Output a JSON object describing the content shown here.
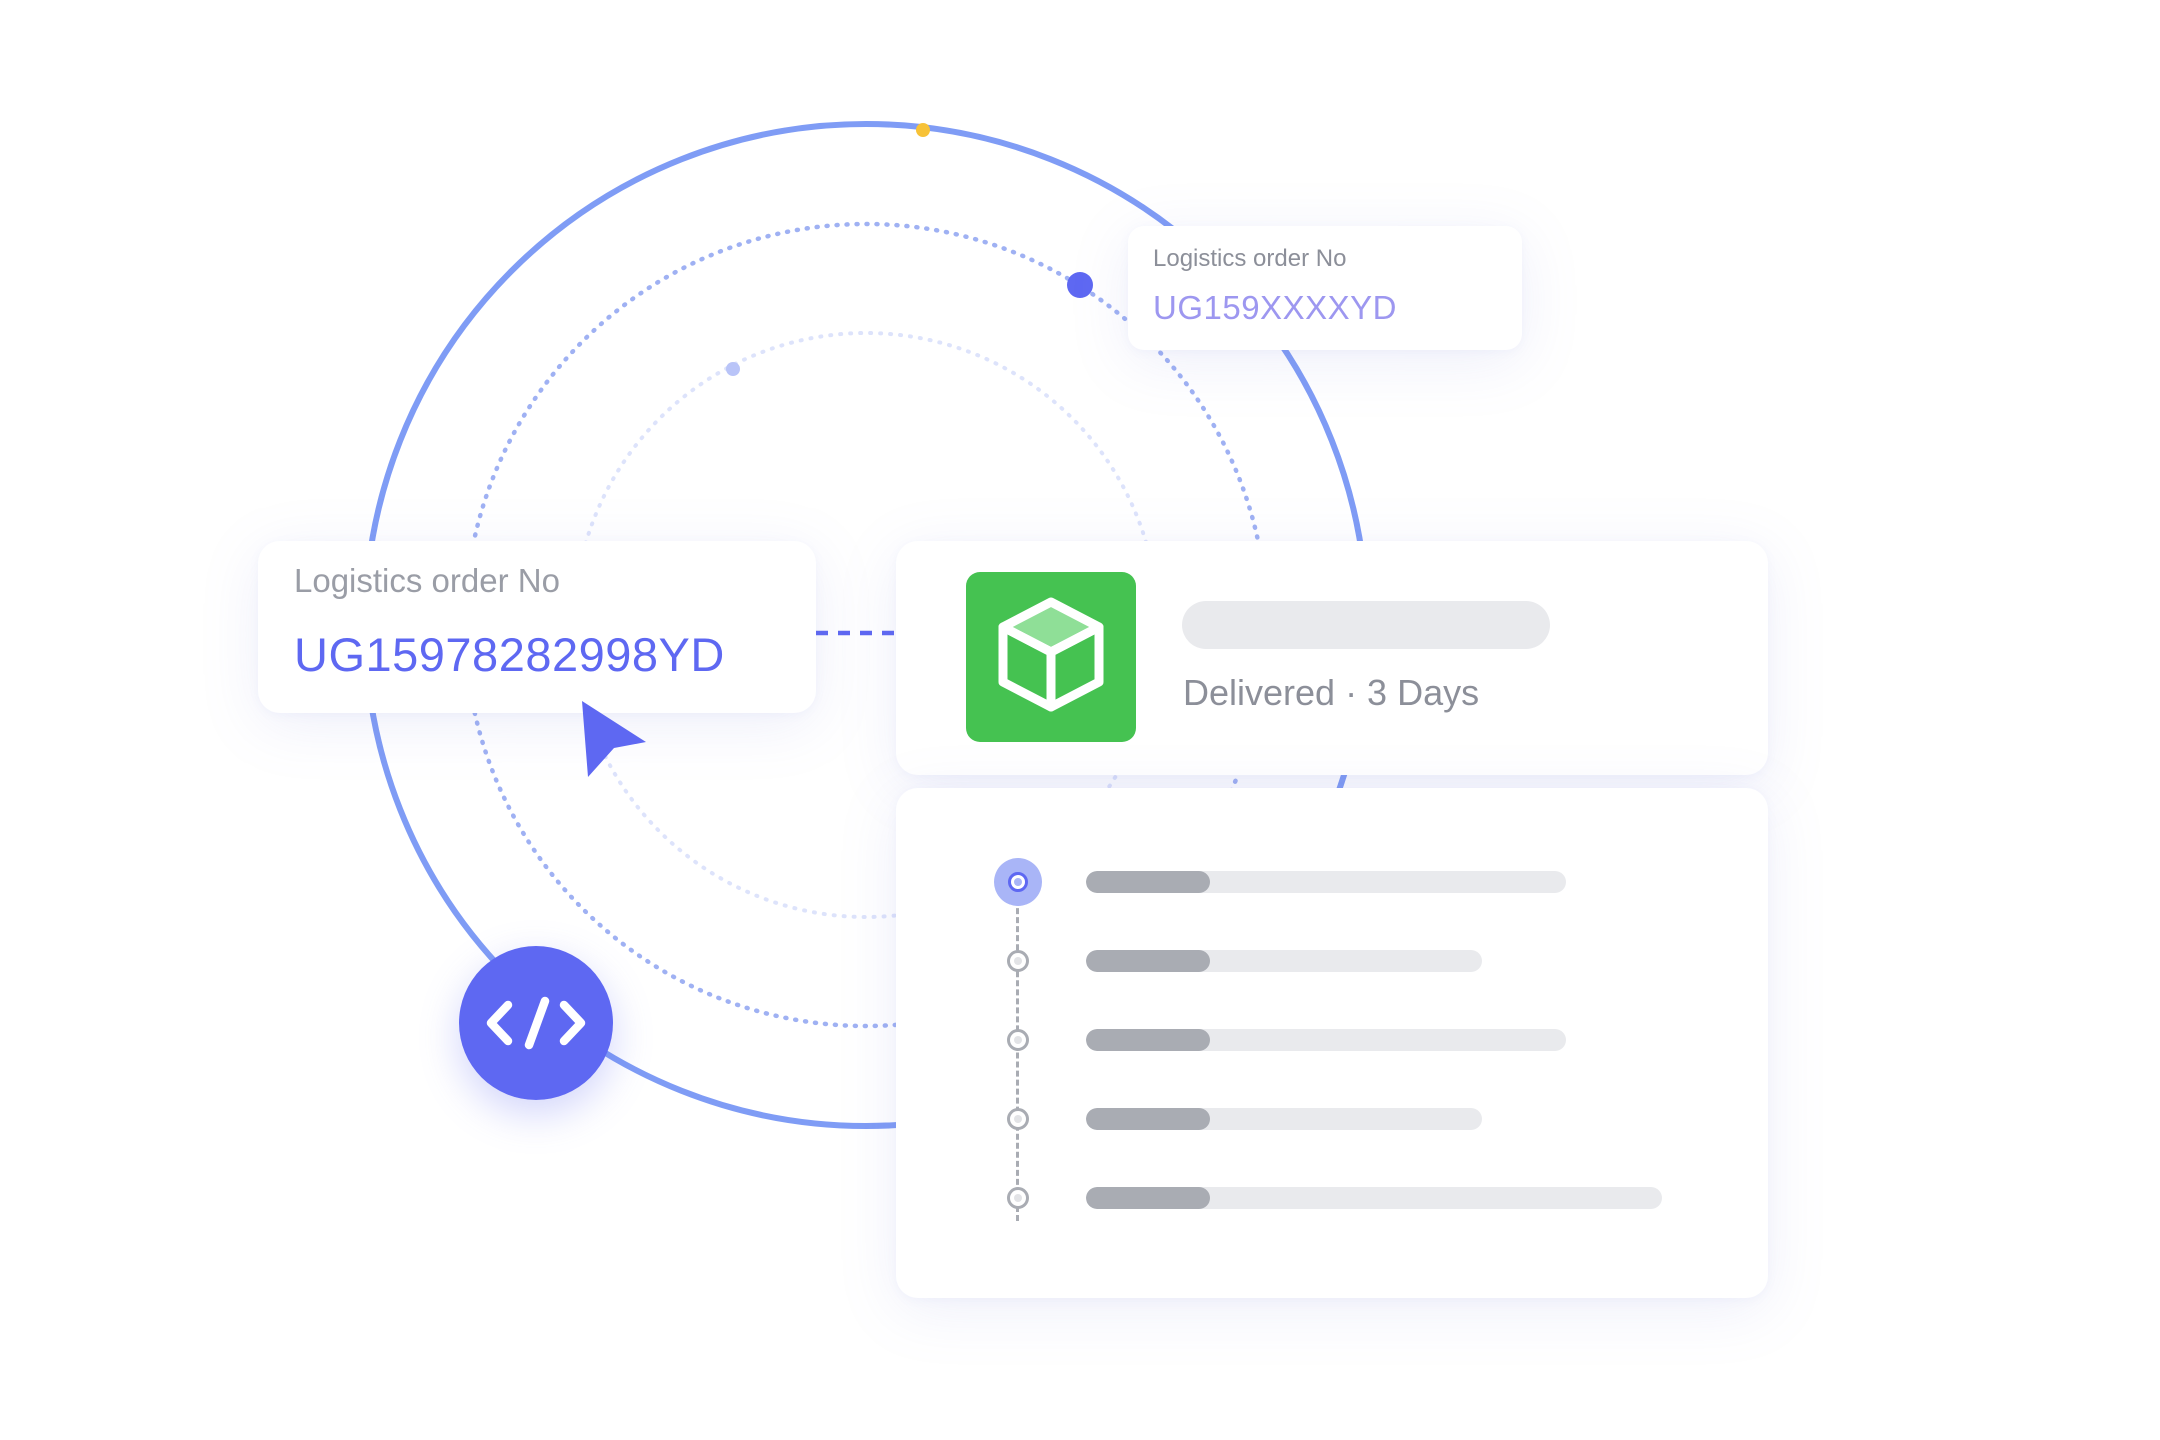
{
  "colors": {
    "orbit": "#7f9cf5",
    "accent": "#5e68f2",
    "accent_light": "#9d97f0",
    "satellite_yellow": "#f7c237",
    "success_green": "#45c251",
    "skeleton": "#e9eaed",
    "skeleton_dark": "#a9acb3"
  },
  "order_card_small": {
    "label": "Logistics order No",
    "value": "UG159XXXXYD"
  },
  "order_card_main": {
    "label": "Logistics order No",
    "value": "UG15978282998YD"
  },
  "status_card": {
    "icon": "package-box-icon",
    "status_text": "Delivered · 3 Days"
  },
  "timeline": {
    "steps": [
      {
        "state": "active",
        "bar_fraction": 0.8
      },
      {
        "state": "done",
        "bar_fraction": 0.66
      },
      {
        "state": "done",
        "bar_fraction": 0.8
      },
      {
        "state": "done",
        "bar_fraction": 0.66
      },
      {
        "state": "done",
        "bar_fraction": 0.96
      }
    ]
  },
  "code_button": {
    "icon": "code-brackets-icon"
  },
  "cursor": {
    "icon": "pointer-cursor-icon"
  }
}
